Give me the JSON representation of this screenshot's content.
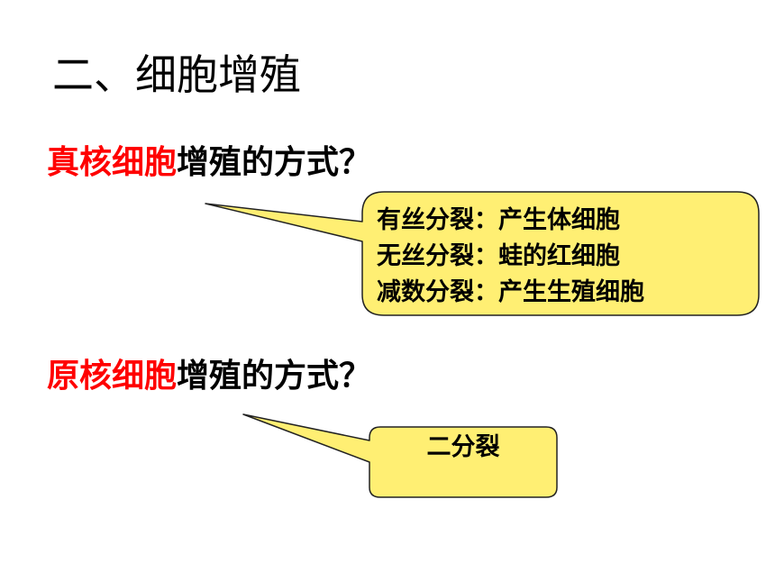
{
  "title": "二、细胞增殖",
  "eukaryote_question": {
    "highlight": "真核细胞",
    "rest": "增殖的方式？"
  },
  "eukaryote_answers": [
    "有丝分裂：产生体细胞",
    "无丝分裂：蛙的红细胞",
    "减数分裂：产生生殖细胞"
  ],
  "prokaryote_question": {
    "highlight": "原核细胞",
    "rest": "增殖的方式？"
  },
  "prokaryote_answer": "二分裂",
  "colors": {
    "highlight": "#ff0000",
    "callout_fill": "#ffef73",
    "callout_stroke": "#222222"
  }
}
